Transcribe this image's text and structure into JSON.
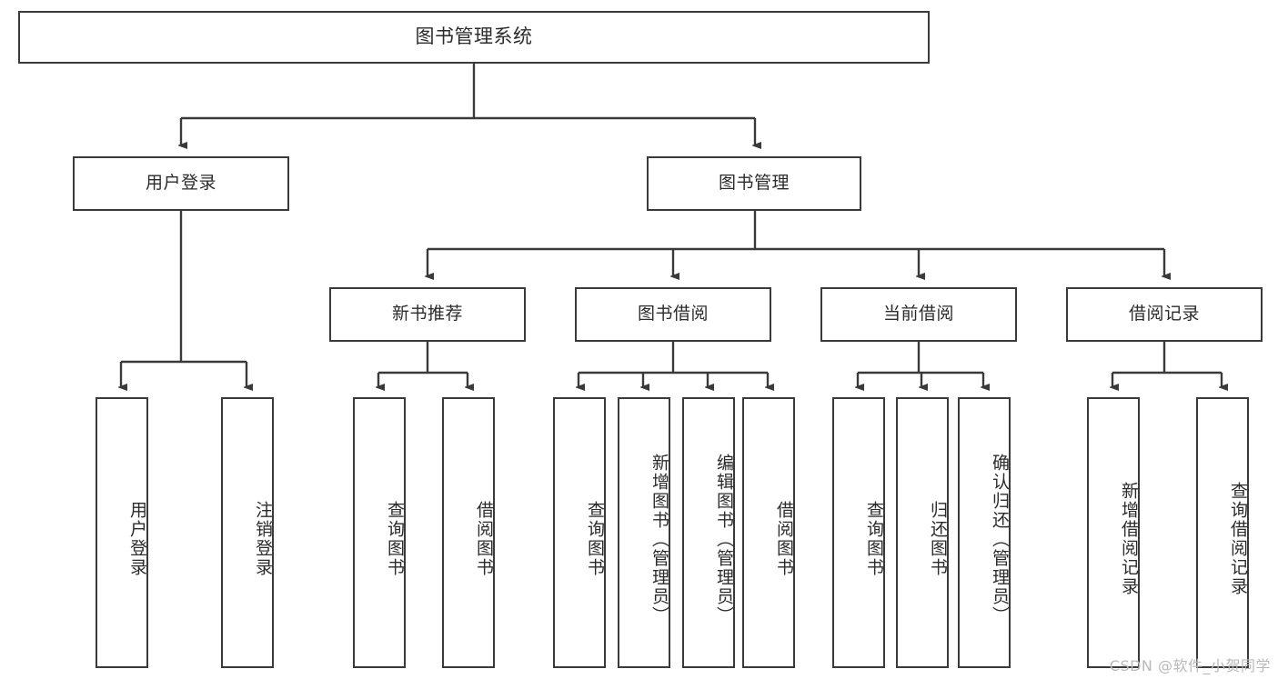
{
  "diagram": {
    "title": "图书管理系统",
    "watermark": "CSDN @软件_小贺同学",
    "root": {
      "label": "图书管理系统"
    },
    "level1": [
      {
        "label": "用户登录"
      },
      {
        "label": "图书管理"
      }
    ],
    "level2": [
      {
        "label": "新书推荐"
      },
      {
        "label": "图书借阅"
      },
      {
        "label": "当前借阅"
      },
      {
        "label": "借阅记录"
      }
    ],
    "leaves": [
      {
        "label": "用户登录"
      },
      {
        "label": "注销登录"
      },
      {
        "label": "查询图书"
      },
      {
        "label": "借阅图书"
      },
      {
        "label": "查询图书"
      },
      {
        "label": "新增图书（管理员）"
      },
      {
        "label": "编辑图书（管理员）"
      },
      {
        "label": "借阅图书"
      },
      {
        "label": "查询图书"
      },
      {
        "label": "归还图书"
      },
      {
        "label": "确认归还（管理员）"
      },
      {
        "label": "新增借阅记录"
      },
      {
        "label": "查询借阅记录"
      }
    ]
  },
  "colors": {
    "stroke": "#3a3a3a",
    "text": "#2b2b2b",
    "background": "#ffffff",
    "watermark": "#b9b9b9"
  }
}
